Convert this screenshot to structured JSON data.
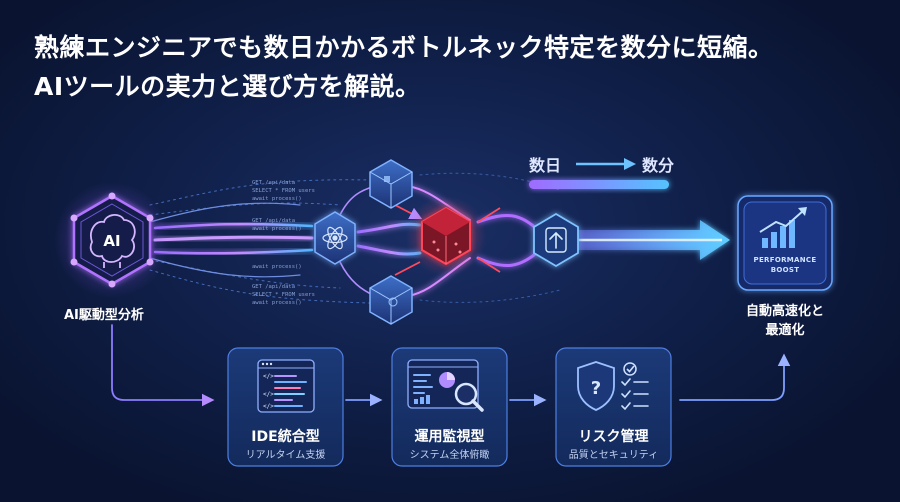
{
  "headline": {
    "line1": "熟練エンジニアでも数日かかるボトルネック特定を数分に短縮。",
    "line2": "AIツールの実力と選び方を解説。"
  },
  "left_node": {
    "icon_text": "AI",
    "label": "AI駆動型分析"
  },
  "speed": {
    "from": "数日",
    "to": "数分"
  },
  "right_node": {
    "badge_line1": "PERFORMANCE",
    "badge_line2": "BOOST",
    "label_line1": "自動高速化と",
    "label_line2": "最適化"
  },
  "code_snippets": [
    "GET /api/data",
    "SELECT * FROM users",
    "await process()",
    "GET /api/data",
    "await process()",
    "await process()",
    "GET /api/data",
    "SELECT * FROM users",
    "await process()"
  ],
  "cards": [
    {
      "title": "IDE統合型",
      "subtitle": "リアルタイム支援"
    },
    {
      "title": "運用監視型",
      "subtitle": "システム全体俯瞰"
    },
    {
      "title": "リスク管理",
      "subtitle": "品質とセキュリティ"
    }
  ],
  "colors": {
    "accent_purple": "#8f6bff",
    "accent_cyan": "#4fb6ff",
    "accent_red": "#ff3b4e",
    "background": "#0b1533"
  }
}
